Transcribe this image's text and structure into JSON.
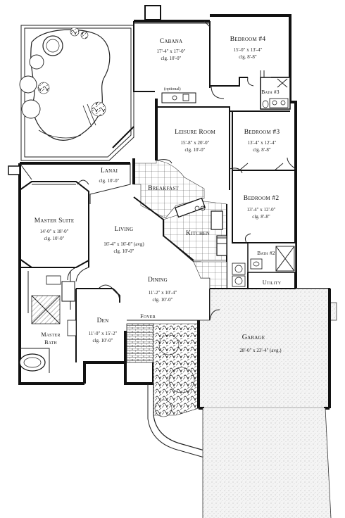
{
  "rooms": {
    "cabana": {
      "name": "Cabana",
      "dims": "17'-4\" x 17'-0\"",
      "clg": "clg. 10'-0\""
    },
    "bedroom4": {
      "name": "Bedroom #4",
      "dims": "15'-0\" x 13'-4\"",
      "clg": "clg. 8'-8\""
    },
    "bath3": {
      "name": "Bath #3"
    },
    "leisure": {
      "name": "Leisure Room",
      "dims": "15'-8\" x 20'-0\"",
      "clg": "clg. 10'-0\""
    },
    "bedroom3": {
      "name": "Bedroom #3",
      "dims": "13'-4\" x 12'-4\"",
      "clg": "clg. 8'-8\""
    },
    "lanai": {
      "name": "Lanai",
      "clg": "clg. 10'-0\""
    },
    "breakfast": {
      "name": "Breakfast"
    },
    "bedroom2": {
      "name": "Bedroom #2",
      "dims": "13'-4\" x 12'-0\"",
      "clg": "clg. 8'-8\""
    },
    "master": {
      "name": "Master Suite",
      "dims": "14'-0\" x 18'-0\"",
      "clg": "clg. 10'-0\""
    },
    "living": {
      "name": "Living",
      "dims": "16'-4\" x 16'-0\" (avg)",
      "clg": "clg. 10'-0\""
    },
    "kitchen": {
      "name": "Kitchen"
    },
    "bath2": {
      "name": "Bath #2"
    },
    "utility": {
      "name": "Utility"
    },
    "dining": {
      "name": "Dining",
      "dims": "11'-2\" x 10'-4\"",
      "clg": "clg. 10'-0\""
    },
    "den": {
      "name": "Den",
      "dims": "11'-0\" x 15'-2\"",
      "clg": "clg. 10'-0\""
    },
    "foyer": {
      "name": "Foyer"
    },
    "masterbath": {
      "name_line1": "Master",
      "name_line2": "Bath"
    },
    "garage": {
      "name": "Garage",
      "dims": "28'-0\" x 23'-4\" (avg.)"
    }
  },
  "notes": {
    "optional": "(optional)"
  }
}
